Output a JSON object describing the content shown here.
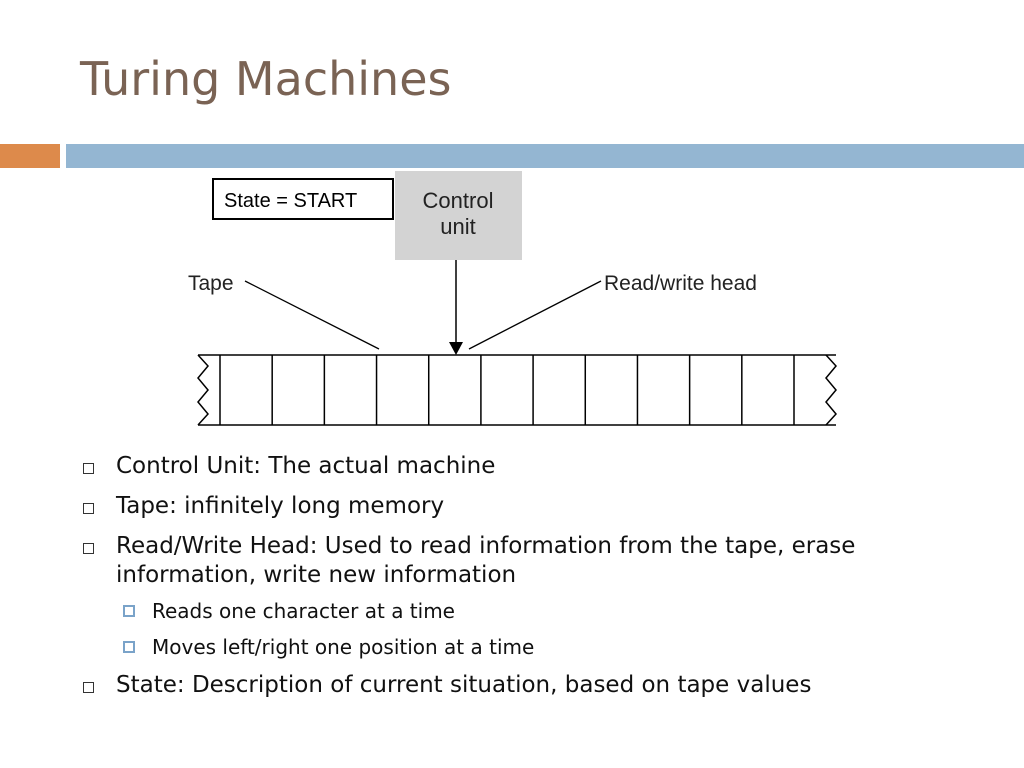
{
  "slide": {
    "title": "Turing Machines",
    "colors": {
      "title": "#7a6354",
      "orange_bar": "#dd8a4b",
      "blue_bar": "#94b6d2",
      "control_unit_fill": "#d3d3d3"
    }
  },
  "diagram": {
    "state_box": "State = START",
    "control_unit_line1": "Control",
    "control_unit_line2": "unit",
    "tape_label": "Tape",
    "head_label": "Read/write head",
    "tape_cells": 12
  },
  "bullets": [
    {
      "text": "Control Unit: The actual machine"
    },
    {
      "text": "Tape: infinitely long memory"
    },
    {
      "text": "Read/Write Head: Used to read information from the tape, erase information, write new information",
      "sub": [
        {
          "text": "Reads one character at a time"
        },
        {
          "text": "Moves left/right one position at a time"
        }
      ]
    },
    {
      "text": "State: Description of current situation, based on tape values"
    }
  ]
}
